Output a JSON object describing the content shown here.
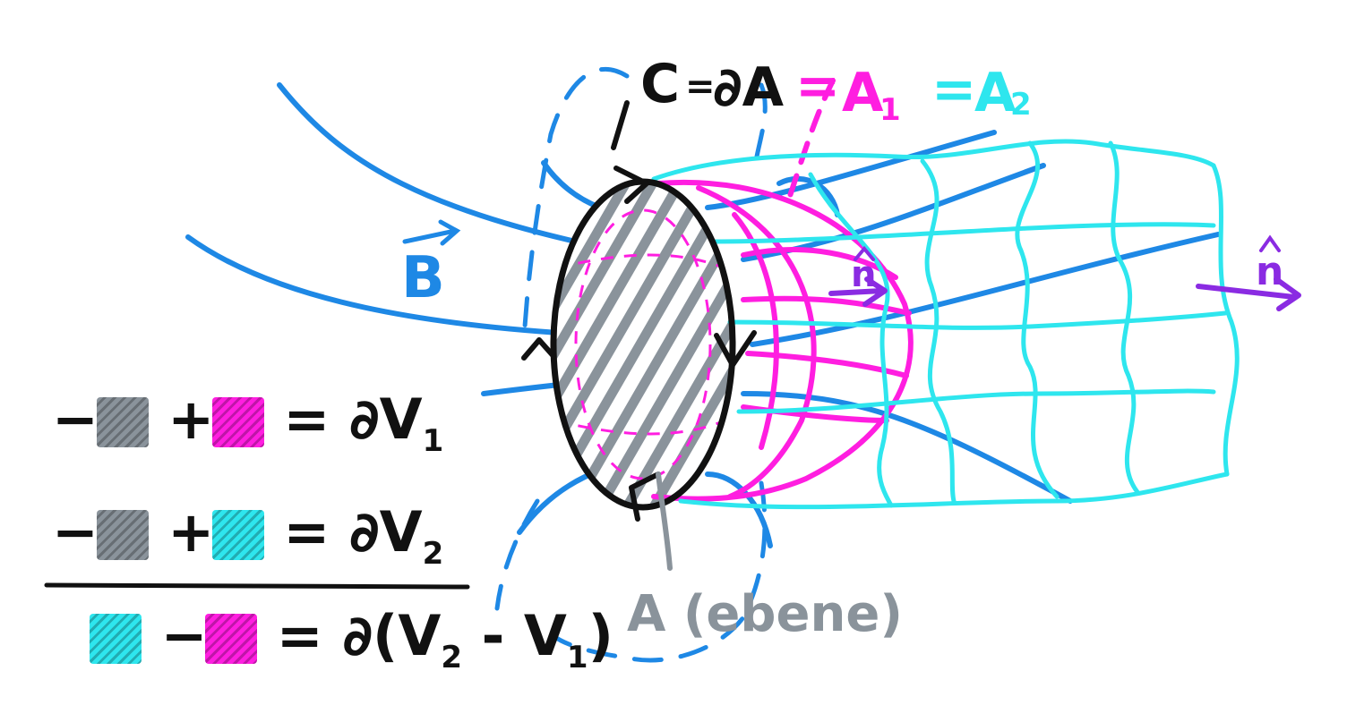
{
  "colors": {
    "black": "#111111",
    "gray": "#8a939b",
    "magenta": "#ff1ee0",
    "cyan": "#2ee6ee",
    "blue": "#1e88e5",
    "violet": "#8a2be2"
  },
  "title": {
    "c": "C",
    "eq1": "=",
    "dA": "∂A",
    "eq2": "=",
    "a1": "A",
    "a1_sub": "1",
    "eq3": "=",
    "a2": "A",
    "a2_sub": "2"
  },
  "labels": {
    "b_vec": "B",
    "n_hat": "n",
    "n_hat_right": "n",
    "a_ebene": "A (ebene)"
  },
  "equations": [
    {
      "lead": "−",
      "first": "gray",
      "op": "+",
      "second": "magenta",
      "rhs": "= ∂V",
      "sub": "1",
      "tail": ""
    },
    {
      "lead": "−",
      "first": "gray",
      "op": "+",
      "second": "cyan",
      "rhs": "= ∂V",
      "sub": "2",
      "tail": ""
    }
  ],
  "result": {
    "first": "cyan",
    "op": "−",
    "second": "magenta",
    "rhs": "= ∂(V",
    "sub1": "2",
    "mid": " - V",
    "sub2": "1",
    "close": ")"
  }
}
